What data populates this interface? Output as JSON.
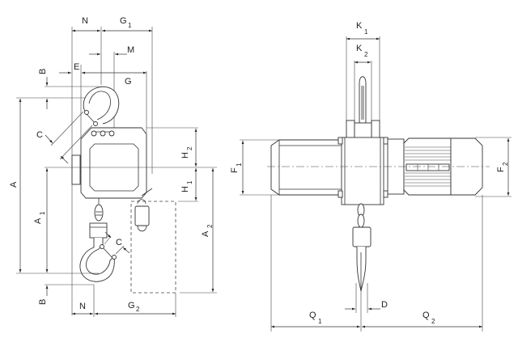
{
  "figure": {
    "title": "Electric chain hoist dimension drawing",
    "colors": {
      "line": "#333333",
      "background": "#ffffff"
    }
  },
  "labels": {
    "N_top": "N",
    "G1": {
      "base": "G",
      "sub": "1"
    },
    "M": "M",
    "E": "E",
    "G": "G",
    "B_top": "B",
    "C_top": "C",
    "A": "A",
    "A1": {
      "base": "A",
      "sub": "1"
    },
    "H2": {
      "base": "H",
      "sub": "2"
    },
    "H1": {
      "base": "H",
      "sub": "1"
    },
    "A2": {
      "base": "A",
      "sub": "2"
    },
    "C_bottom": "C",
    "B_bottom": "B",
    "N_bottom": "N",
    "G2": {
      "base": "G",
      "sub": "2"
    },
    "K1": {
      "base": "K",
      "sub": "1"
    },
    "K2": {
      "base": "K",
      "sub": "2"
    },
    "F1": {
      "base": "F",
      "sub": "1"
    },
    "F2": {
      "base": "F",
      "sub": "2"
    },
    "Q1": {
      "base": "Q",
      "sub": "1"
    },
    "Q2": {
      "base": "Q",
      "sub": "2"
    },
    "D": "D"
  }
}
